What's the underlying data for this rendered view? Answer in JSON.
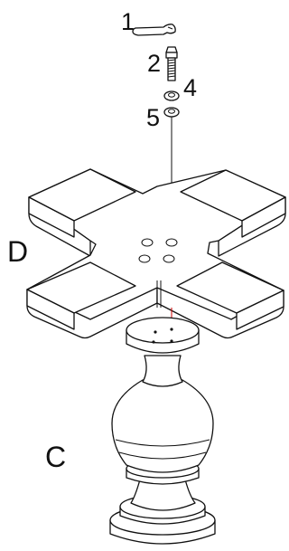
{
  "labels": {
    "wrench": "1",
    "bolt": "2",
    "lock_washer": "4",
    "flat_washer": "5",
    "top_base": "D",
    "pedestal": "C"
  },
  "colors": {
    "line": "#111111",
    "fill": "#ffffff",
    "guide": "#cc0000"
  }
}
